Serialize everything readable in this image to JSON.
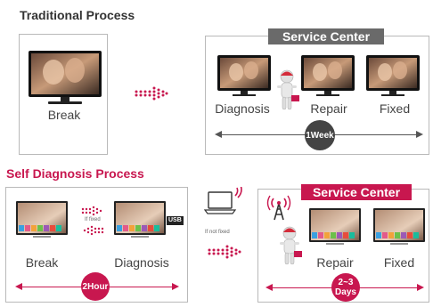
{
  "traditional": {
    "title": "Traditional Process",
    "break_label": "Break",
    "service_center": "Service Center",
    "diagnosis_label": "Diagnosis",
    "repair_label": "Repair",
    "fixed_label": "Fixed",
    "duration": "1Week"
  },
  "self_diagnosis": {
    "title": "Self Diagnosis Process",
    "break_label": "Break",
    "diagnosis_label": "Diagnosis",
    "if_fixed": "If fixed",
    "if_not_fixed": "If not fixed",
    "usb": "USB",
    "duration": "2Hour",
    "service_center": "Service Center",
    "repair_label": "Repair",
    "fixed_label": "Fixed",
    "sc_duration": "2~3 Days"
  },
  "colors": {
    "accent": "#c8174f",
    "gray_label": "#666666",
    "dark_circle": "#444444"
  }
}
